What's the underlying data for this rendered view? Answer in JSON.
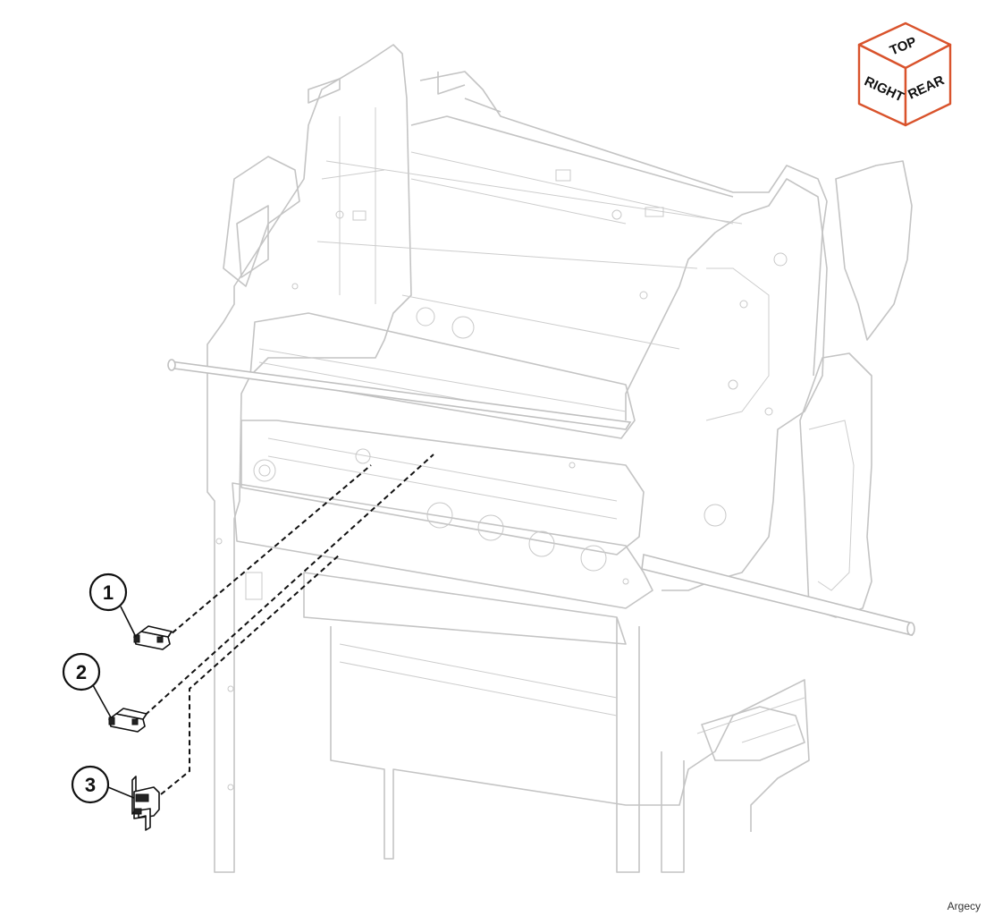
{
  "orientation_cube": {
    "top_label": "TOP",
    "right_label": "RIGHT",
    "rear_label": "REAR",
    "accent_color": "#d9532c"
  },
  "callouts": [
    {
      "number": "1"
    },
    {
      "number": "2"
    },
    {
      "number": "3"
    }
  ],
  "watermark": "Argecy"
}
